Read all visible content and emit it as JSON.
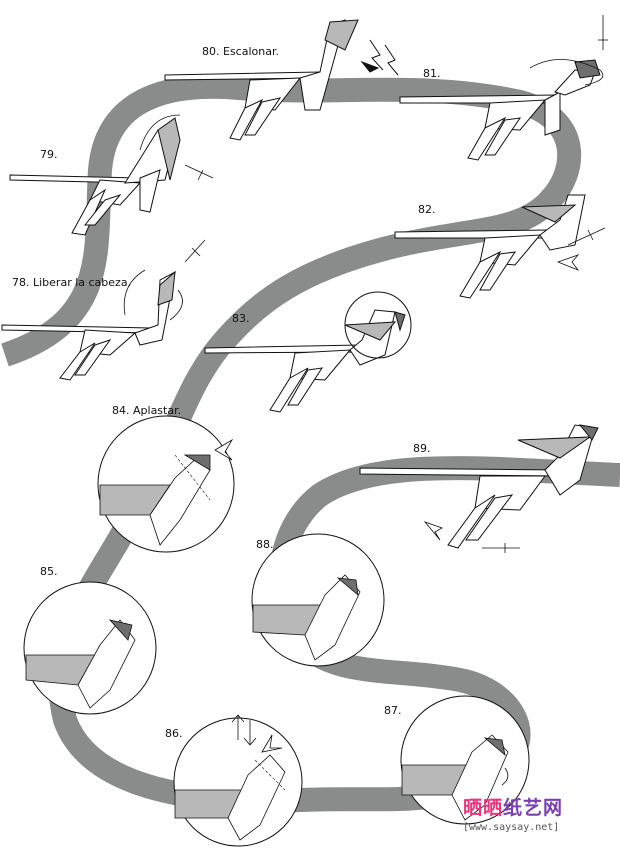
{
  "steps": [
    {
      "number": "78.",
      "caption": "Liberar la cabeza."
    },
    {
      "number": "79.",
      "caption": ""
    },
    {
      "number": "80.",
      "caption": "Escalonar."
    },
    {
      "number": "81.",
      "caption": ""
    },
    {
      "number": "82.",
      "caption": ""
    },
    {
      "number": "83.",
      "caption": ""
    },
    {
      "number": "84.",
      "caption": "Aplastar."
    },
    {
      "number": "85.",
      "caption": ""
    },
    {
      "number": "86.",
      "caption": ""
    },
    {
      "number": "87.",
      "caption": ""
    },
    {
      "number": "88.",
      "caption": ""
    },
    {
      "number": "89.",
      "caption": ""
    }
  ],
  "watermark": {
    "title_part1": "晒晒",
    "title_part2": "纸艺网",
    "url": "[www.saysay.net]"
  },
  "colors": {
    "path_band": "#8a8c8c",
    "paper_white": "#ffffff",
    "paper_grey": "#b8b8b8",
    "paper_dark": "#6e6e6e",
    "line": "#111111"
  }
}
